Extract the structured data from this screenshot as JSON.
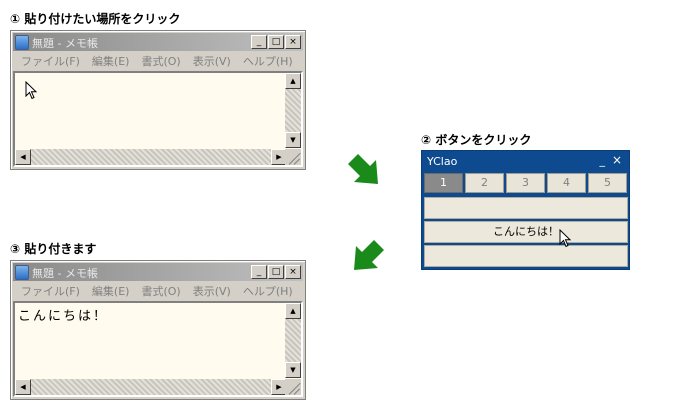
{
  "steps": {
    "step1": "① 貼り付けたい場所をクリック",
    "step2": "② ボタンをクリック",
    "step3": "③ 貼り付きます"
  },
  "notepad": {
    "title": "無題 - メモ帳",
    "window_buttons": [
      "_",
      "□",
      "×"
    ],
    "menus": [
      "ファイル(F)",
      "編集(E)",
      "書式(O)",
      "表示(V)",
      "ヘルプ(H)"
    ]
  },
  "notepad_result": {
    "content": "こんにちは！"
  },
  "app": {
    "title": "YClao",
    "minimize": "_",
    "close": "×",
    "tabs": [
      "1",
      "2",
      "3",
      "4",
      "5"
    ],
    "selected_tab": "1",
    "rows": [
      "",
      "こんにちは！",
      ""
    ]
  },
  "colors": {
    "arrow": "#1a8a1a",
    "app_frame": "#0d4a8f",
    "notepad_bg": "#fffbee"
  }
}
